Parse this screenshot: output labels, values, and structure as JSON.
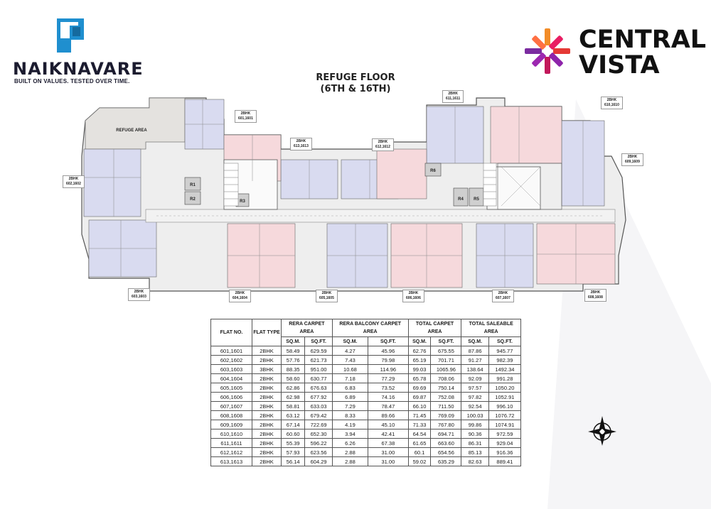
{
  "brand": {
    "name": "NAIKNAVARE",
    "tagline": "BUILT ON VALUES. TESTED OVER TIME."
  },
  "project": {
    "name_line1": "CENTRAL",
    "name_line2": "VISTA"
  },
  "plan": {
    "title_line1": "REFUGE FLOOR",
    "title_line2": "(6TH & 16TH)",
    "refuge_label": "REFUGE AREA",
    "lift_labels": [
      "R1",
      "R2",
      "R3",
      "R4",
      "R5",
      "R6"
    ],
    "tags": [
      {
        "type": "2BHK",
        "flats": "601,1601"
      },
      {
        "type": "2BHK",
        "flats": "602,1602"
      },
      {
        "type": "2BHK",
        "flats": "603,1603"
      },
      {
        "type": "2BHK",
        "flats": "604,1604"
      },
      {
        "type": "2BHK",
        "flats": "605,1605"
      },
      {
        "type": "2BHK",
        "flats": "606,1606"
      },
      {
        "type": "2BHK",
        "flats": "607,1607"
      },
      {
        "type": "2BHK",
        "flats": "608,1608"
      },
      {
        "type": "2BHK",
        "flats": "609,1609"
      },
      {
        "type": "2BHK",
        "flats": "610,1610"
      },
      {
        "type": "2BHK",
        "flats": "611,1611"
      },
      {
        "type": "2BHK",
        "flats": "612,1612"
      },
      {
        "type": "2BHK",
        "flats": "613,1613"
      }
    ]
  },
  "table": {
    "headers": {
      "flat_no": "FLAT NO.",
      "flat_type": "FLAT TYPE",
      "rera_carpet": "RERA CARPET AREA",
      "rera_balcony": "RERA BALCONY CARPET AREA",
      "total_carpet": "TOTAL CARPET AREA",
      "total_saleable": "TOTAL SALEABLE AREA",
      "sqm": "SQ.M.",
      "sqft": "SQ.FT."
    },
    "rows": [
      [
        "601,1601",
        "2BHK",
        "58.49",
        "629.59",
        "4.27",
        "45.96",
        "62.76",
        "675.55",
        "87.86",
        "945.77"
      ],
      [
        "602,1602",
        "2BHK",
        "57.76",
        "621.73",
        "7.43",
        "79.98",
        "65.19",
        "701.71",
        "91.27",
        "982.39"
      ],
      [
        "603,1603",
        "3BHK",
        "88.35",
        "951.00",
        "10.68",
        "114.96",
        "99.03",
        "1065.96",
        "138.64",
        "1492.34"
      ],
      [
        "604,1604",
        "2BHK",
        "58.60",
        "630.77",
        "7.18",
        "77.29",
        "65.78",
        "708.06",
        "92.09",
        "991.28"
      ],
      [
        "605,1605",
        "2BHK",
        "62.86",
        "676.63",
        "6.83",
        "73.52",
        "69.69",
        "750.14",
        "97.57",
        "1050.20"
      ],
      [
        "606,1606",
        "2BHK",
        "62.98",
        "677.92",
        "6.89",
        "74.16",
        "69.87",
        "752.08",
        "97.82",
        "1052.91"
      ],
      [
        "607,1607",
        "2BHK",
        "58.81",
        "633.03",
        "7.29",
        "78.47",
        "66.10",
        "711.50",
        "92.54",
        "996.10"
      ],
      [
        "608,1608",
        "2BHK",
        "63.12",
        "679.42",
        "8.33",
        "89.66",
        "71.45",
        "769.09",
        "100.03",
        "1076.72"
      ],
      [
        "609,1609",
        "2BHK",
        "67.14",
        "722.69",
        "4.19",
        "45.10",
        "71.33",
        "767.80",
        "99.86",
        "1074.91"
      ],
      [
        "610,1610",
        "2BHK",
        "60.60",
        "652.30",
        "3.94",
        "42.41",
        "64.54",
        "694.71",
        "90.36",
        "972.59"
      ],
      [
        "611,1611",
        "2BHK",
        "55.39",
        "596.22",
        "6.26",
        "67.38",
        "61.65",
        "663.60",
        "86.31",
        "929.04"
      ],
      [
        "612,1612",
        "2BHK",
        "57.93",
        "623.56",
        "2.88",
        "31.00",
        "60.1",
        "654.56",
        "85.13",
        "916.36"
      ],
      [
        "613,1613",
        "2BHK",
        "56.14",
        "604.29",
        "2.88",
        "31.00",
        "59.02",
        "635.29",
        "82.63",
        "889.41"
      ]
    ]
  },
  "compass": {
    "label": "N"
  },
  "colors": {
    "brand_blue": "#1f8fcf",
    "plan_blue": "#d9dbf0",
    "plan_pink": "#f6d9dc",
    "plan_gray": "#eeeeee"
  }
}
